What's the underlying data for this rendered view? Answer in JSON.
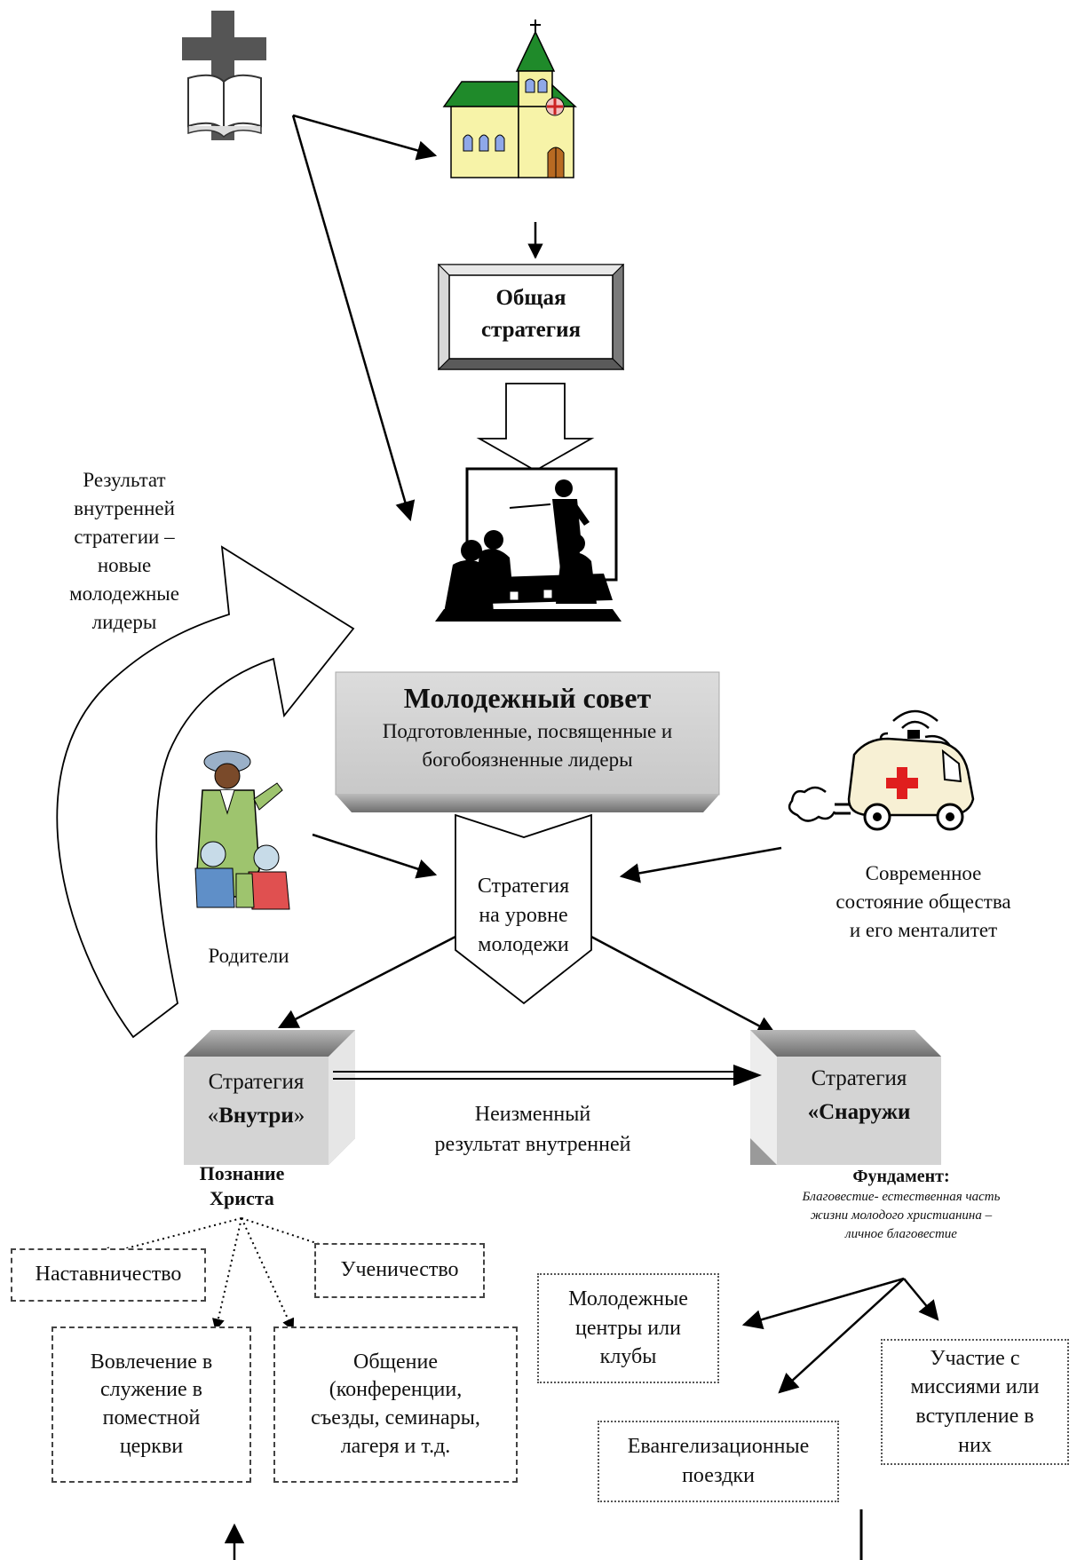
{
  "strategy_general": {
    "line1": "Общая",
    "line2": "стратегия"
  },
  "council": {
    "title": "Молодежный совет",
    "line1": "Подготовленные, посвященные и",
    "line2": "богобоязненные лидеры"
  },
  "youth_strategy": {
    "line1": "Стратегия",
    "line2": "на уровне",
    "line3": "молодежи"
  },
  "result_label": {
    "line1": "Результат",
    "line2": "внутренней",
    "line3": "стратегии –",
    "line4": "новые",
    "line5": "молодежные",
    "line6": "лидеры"
  },
  "parents_label": "Родители",
  "society_label": {
    "line1": "Современное",
    "line2": "состояние общества",
    "line3": "и его менталитет"
  },
  "inside_box": {
    "line1": "Стратегия",
    "line2_open": "«",
    "line2_bold": "Внутри",
    "line2_close": "»"
  },
  "outside_box": {
    "line1": "Стратегия",
    "line2_bold": "«Снаружи"
  },
  "unchanged_result": {
    "line1": "Неизменный",
    "line2": "результат внутренней"
  },
  "knowing_christ": {
    "line1": "Познание",
    "line2": "Христа"
  },
  "foundation": {
    "title": "Фундамент:",
    "line1": "Благовестие- естественная часть",
    "line2": "жизни молодого христианина –",
    "line3": "личное благовестие"
  },
  "inside_items": {
    "mentoring": "Наставничество",
    "discipleship": "Ученичество",
    "involvement": {
      "line1": "Вовлечение в",
      "line2": "служение в",
      "line3": "поместной",
      "line4": "церкви"
    },
    "fellowship": {
      "line1": "Общение",
      "line2": "(конференции,",
      "line3": "съезды, семинары,",
      "line4": "лагеря и т.д."
    }
  },
  "outside_items": {
    "youth_centers": {
      "line1": "Молодежные",
      "line2": "центры или",
      "line3": "клубы"
    },
    "missions": {
      "line1": "Участие с",
      "line2": "миссиями или",
      "line3": "вступление в",
      "line4": "них"
    },
    "evangelism_trips": {
      "line1": "Евангелизационные",
      "line2": "поездки"
    }
  },
  "icons": [
    "bible-cross-icon",
    "church-icon",
    "meeting-icon",
    "parents-children-icon",
    "ambulance-icon"
  ]
}
